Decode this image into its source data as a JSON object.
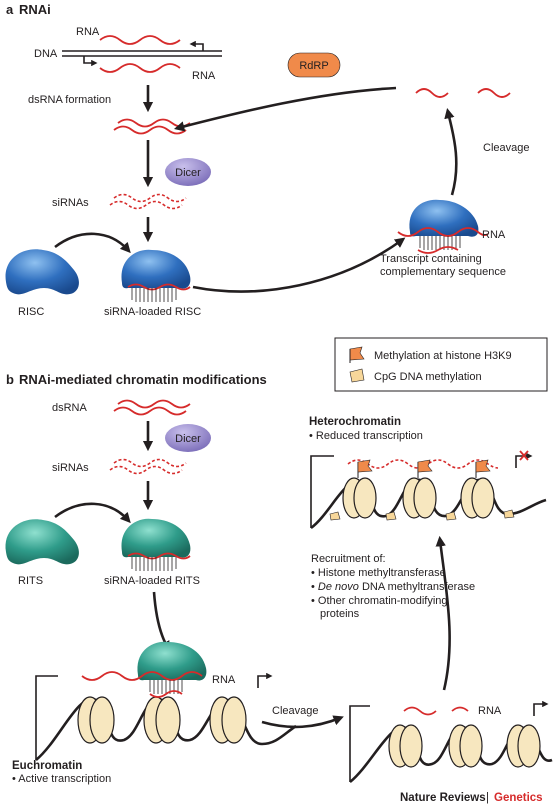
{
  "panel_a": {
    "label": "a",
    "title": "RNAi",
    "rna_top": "RNA",
    "dna": "DNA",
    "rna_bottom": "RNA",
    "rdrp": "RdRP",
    "dsrna_formation": "dsRNA formation",
    "dicer": "Dicer",
    "sirnas": "siRNAs",
    "cleavage": "Cleavage",
    "risc": "RISC",
    "sirna_loaded_risc": "siRNA-loaded RISC",
    "rna_label": "RNA",
    "transcript_line1": "Transcript containing",
    "transcript_line2": "complementary sequence"
  },
  "legend": {
    "methylation_h3k9": "Methylation at histone H3K9",
    "cpg_methylation": "CpG DNA methylation"
  },
  "panel_b": {
    "label": "b",
    "title": "RNAi-mediated chromatin modifications",
    "dsrna": "dsRNA",
    "dicer": "Dicer",
    "sirnas": "siRNAs",
    "rits": "RITS",
    "sirna_loaded_rits": "siRNA-loaded RITS",
    "rna_label": "RNA",
    "euchromatin": "Euchromatin",
    "active_transcription": "• Active transcription",
    "cleavage": "Cleavage",
    "rna_label2": "RNA",
    "heterochromatin": "Heterochromatin",
    "reduced_transcription": "• Reduced transcription",
    "recruitment_title": "Recruitment of:",
    "recruit_item1": "• Histone methyltransferase",
    "recruit_item2_italic": "De novo",
    "recruit_item2_rest": " DNA methyltransferase",
    "recruit_item2_bullet": "• ",
    "recruit_item3_line1": "• Other chromatin-modifying",
    "recruit_item3_line2": "proteins"
  },
  "footer": {
    "journal": "Nature Reviews",
    "separator": "|",
    "section": "Genetics",
    "section_color": "#d62b2b"
  },
  "colors": {
    "rna": "#d62b2b",
    "risc": "#2f6fbf",
    "rits": "#2f9c8a",
    "dicer": "#8b7fc4",
    "rdrp": "#f08a4a",
    "histone_mark": "#f08a4a",
    "cpg_mark": "#f7d79a",
    "nucleosome": "#f7e7bf"
  }
}
